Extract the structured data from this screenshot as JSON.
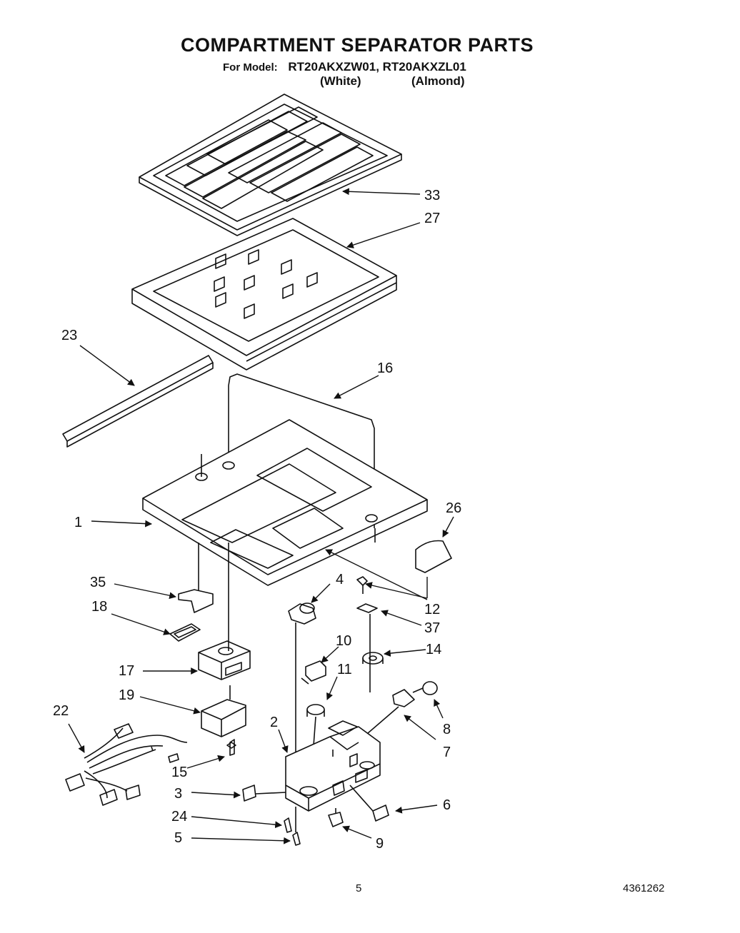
{
  "header": {
    "title": "COMPARTMENT SEPARATOR PARTS",
    "model_label": "For Model:",
    "models": "RT20AKXZW01, RT20AKXZL01",
    "variant_1": "(White)",
    "variant_2": "(Almond)"
  },
  "callouts": {
    "c33": "33",
    "c27": "27",
    "c23": "23",
    "c16": "16",
    "c1": "1",
    "c26": "26",
    "c35": "35",
    "c4": "4",
    "c12": "12",
    "c18": "18",
    "c37": "37",
    "c10": "10",
    "c14": "14",
    "c17": "17",
    "c11": "11",
    "c19": "19",
    "c22": "22",
    "c8": "8",
    "c2": "2",
    "c7": "7",
    "c15": "15",
    "c3": "3",
    "c6": "6",
    "c24": "24",
    "c5": "5",
    "c9": "9"
  },
  "footer": {
    "page_number": "5",
    "doc_number": "4361262"
  }
}
